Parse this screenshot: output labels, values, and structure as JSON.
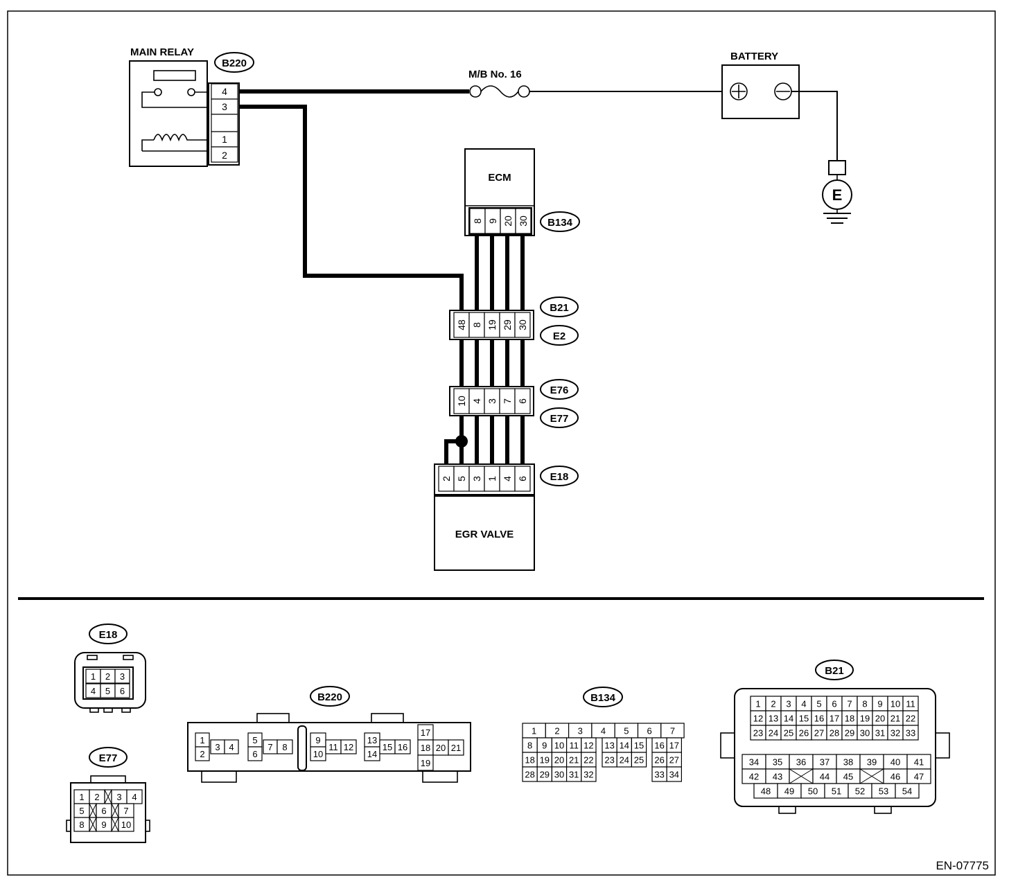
{
  "components": {
    "main_relay": "MAIN RELAY",
    "battery": "BATTERY",
    "fuse": "M/B No. 16",
    "ecm": "ECM",
    "egr_valve": "EGR VALVE",
    "ground": "E"
  },
  "connector_tags": {
    "b220": "B220",
    "b134": "B134",
    "b21": "B21",
    "e2": "E2",
    "e76": "E76",
    "e77": "E77",
    "e18": "E18"
  },
  "relay_pins": [
    "4",
    "3",
    "",
    "1",
    "2"
  ],
  "ecm_pins": [
    "8",
    "9",
    "20",
    "30"
  ],
  "b21_pins": [
    "48",
    "8",
    "19",
    "29",
    "30"
  ],
  "e76_pins": [
    "10",
    "4",
    "3",
    "7",
    "6"
  ],
  "egr_pins": [
    "2",
    "5",
    "3",
    "1",
    "4",
    "6"
  ],
  "battery_terminals": [
    "⊕",
    "⊖"
  ],
  "face_views": {
    "e18": {
      "title": "E18",
      "pins": [
        "1",
        "2",
        "3",
        "4",
        "5",
        "6"
      ]
    },
    "e77": {
      "title": "E77",
      "pins": [
        "1",
        "2",
        "3",
        "4",
        "5",
        "6",
        "7",
        "8",
        "9",
        "10"
      ]
    },
    "b220": {
      "title": "B220",
      "pins": [
        "1",
        "2",
        "3",
        "4",
        "5",
        "6",
        "7",
        "8",
        "9",
        "10",
        "11",
        "12",
        "13",
        "14",
        "15",
        "16",
        "17",
        "18",
        "20",
        "21",
        "19"
      ]
    },
    "b134": {
      "title": "B134",
      "pins": [
        "1",
        "2",
        "3",
        "4",
        "5",
        "6",
        "7",
        "8",
        "9",
        "10",
        "11",
        "12",
        "13",
        "14",
        "15",
        "16",
        "17",
        "18",
        "19",
        "20",
        "21",
        "22",
        "23",
        "24",
        "25",
        "26",
        "27",
        "28",
        "29",
        "30",
        "31",
        "32",
        "33",
        "34"
      ]
    },
    "b21": {
      "title": "B21",
      "pins": [
        "1",
        "2",
        "3",
        "4",
        "5",
        "6",
        "7",
        "8",
        "9",
        "10",
        "11",
        "12",
        "13",
        "14",
        "15",
        "16",
        "17",
        "18",
        "19",
        "20",
        "21",
        "22",
        "23",
        "24",
        "25",
        "26",
        "27",
        "28",
        "29",
        "30",
        "31",
        "32",
        "33",
        "34",
        "35",
        "36",
        "37",
        "38",
        "39",
        "40",
        "41",
        "42",
        "43",
        "44",
        "45",
        "46",
        "47",
        "48",
        "49",
        "50",
        "51",
        "52",
        "53",
        "54"
      ]
    }
  },
  "figure_code": "EN-07775"
}
